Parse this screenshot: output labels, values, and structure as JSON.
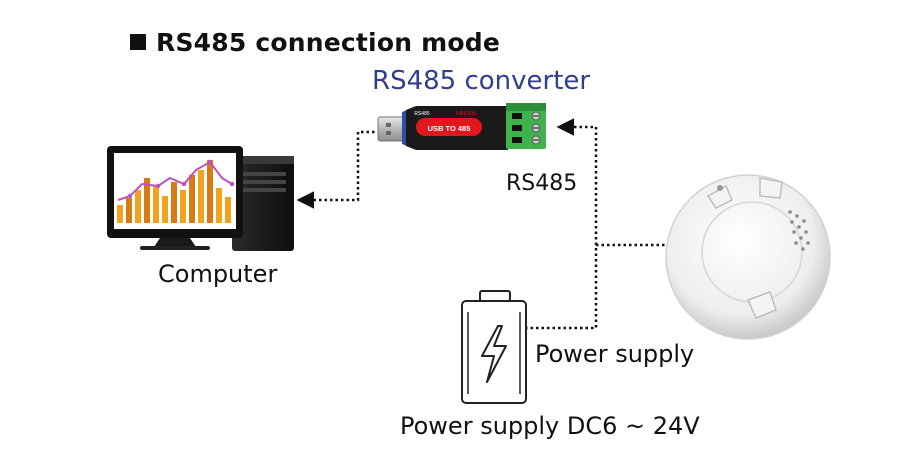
{
  "title": "RS485 connection mode",
  "labels": {
    "converter": "RS485 converter",
    "bus": "RS485",
    "computer": "Computer",
    "power_supply": "Power supply",
    "power_supply_range": "Power supply DC6 ~ 24V"
  },
  "converter_text": {
    "main": "USB TO 485",
    "model": "HB6205",
    "brand": "RS485"
  },
  "colors": {
    "converter_label": "#2e3f8f",
    "converter_body": "#1a1a1a",
    "converter_screen": "#e0181e",
    "terminal_green": "#3fb24d",
    "chart_orange": "#f2a31b",
    "chart_line": "#c04fc0"
  },
  "icons": {
    "title_square": "black-square-icon",
    "computer": "desktop-computer-icon",
    "converter": "usb-rs485-converter-icon",
    "battery": "battery-lightning-icon",
    "detector": "smoke-detector-icon"
  }
}
